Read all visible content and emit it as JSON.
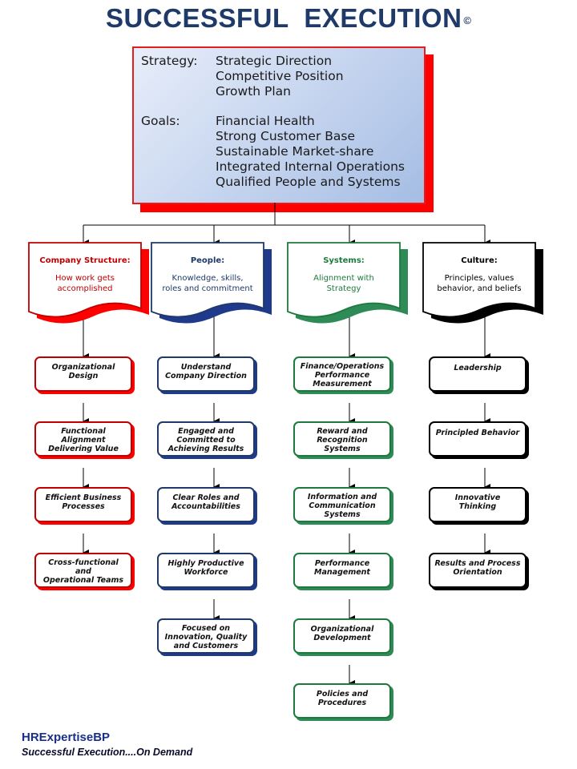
{
  "title": "SUCCESSFUL  EXECUTION",
  "copyright": "©",
  "strategy": {
    "label": "Strategy:",
    "items": [
      "Strategic Direction",
      "Competitive Position",
      "Growth Plan"
    ]
  },
  "goals": {
    "label": "Goals:",
    "items": [
      "Financial Health",
      "Strong Customer Base",
      "Sustainable Market-share",
      "Integrated Internal Operations",
      "Qualified People and Systems"
    ]
  },
  "colors": {
    "company": "#c00000",
    "people": "#1f3a68",
    "systems": "#1e7a3c",
    "culture": "#000000",
    "shadow_company": "#ff0000",
    "shadow_people": "#1f3a8a",
    "shadow_systems": "#2e8b57",
    "shadow_culture": "#000000"
  },
  "columns": [
    {
      "key": "company",
      "title": "Company Structure:",
      "subtitle": [
        "How work gets",
        "accomplished"
      ],
      "items": [
        [
          "Organizational",
          "Design"
        ],
        [
          "Functional",
          "Alignment",
          "Delivering Value"
        ],
        [
          "Efficient Business",
          "Processes"
        ],
        [
          "Cross-functional",
          "and",
          "Operational Teams"
        ]
      ]
    },
    {
      "key": "people",
      "title": "People:",
      "subtitle": [
        "Knowledge, skills,",
        "roles and commitment"
      ],
      "items": [
        [
          "Understand",
          "Company Direction"
        ],
        [
          "Engaged and",
          "Committed to",
          "Achieving Results"
        ],
        [
          "Clear Roles and",
          "Accountabilities"
        ],
        [
          "Highly Productive",
          "Workforce"
        ],
        [
          "Focused on",
          "Innovation, Quality",
          "and Customers"
        ]
      ]
    },
    {
      "key": "systems",
      "title": "Systems:",
      "subtitle": [
        "Alignment with",
        "Strategy"
      ],
      "items": [
        [
          "Finance/Operations",
          "Performance",
          "Measurement"
        ],
        [
          "Reward and",
          "Recognition",
          "Systems"
        ],
        [
          "Information and",
          "Communication",
          "Systems"
        ],
        [
          "Performance",
          "Management"
        ],
        [
          "Organizational",
          "Development"
        ],
        [
          "Policies and",
          "Procedures"
        ]
      ]
    },
    {
      "key": "culture",
      "title": "Culture:",
      "subtitle": [
        "Principles, values",
        "behavior, and beliefs"
      ],
      "items": [
        [
          "Leadership"
        ],
        [
          "Principled Behavior"
        ],
        [
          "Innovative",
          "Thinking"
        ],
        [
          "Results and Process",
          "Orientation"
        ]
      ]
    }
  ],
  "footer": {
    "brand": "HRExpertiseBP",
    "tagline": "Successful Execution....On Demand"
  }
}
